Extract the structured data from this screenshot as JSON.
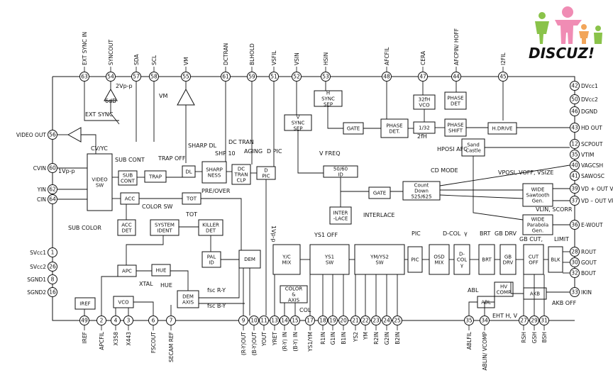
{
  "logo": {
    "text": "DISCUZ!"
  },
  "pins": [
    {
      "n": "63",
      "label": "EXT SYNC IN",
      "side": "top"
    },
    {
      "n": "54",
      "label": "SYNCOUT",
      "side": "top"
    },
    {
      "n": "57",
      "label": "SDA",
      "side": "top"
    },
    {
      "n": "58",
      "label": "SCL",
      "side": "top"
    },
    {
      "n": "55",
      "label": "VM",
      "side": "top"
    },
    {
      "n": "61",
      "label": "DCTRAN",
      "side": "top"
    },
    {
      "n": "59",
      "label": "BLHOLD",
      "side": "top"
    },
    {
      "n": "51",
      "label": "VSFIL",
      "side": "top"
    },
    {
      "n": "52",
      "label": "VSIN",
      "side": "top"
    },
    {
      "n": "53",
      "label": "HSIN",
      "side": "top"
    },
    {
      "n": "48",
      "label": "AFCFIL",
      "side": "top"
    },
    {
      "n": "47",
      "label": "CERA",
      "side": "top"
    },
    {
      "n": "44",
      "label": "AFCPIN/ HOFF",
      "side": "top"
    },
    {
      "n": "45",
      "label": "I2FIL",
      "side": "top"
    },
    {
      "n": "56",
      "label": "VIDEO OUT",
      "side": "left"
    },
    {
      "n": "60",
      "label": "CVIN",
      "side": "left"
    },
    {
      "n": "62",
      "label": "YIN",
      "side": "left"
    },
    {
      "n": "64",
      "label": "CIN",
      "side": "left"
    },
    {
      "n": "1",
      "label": "SVcc1",
      "side": "left"
    },
    {
      "n": "26",
      "label": "SVcc2",
      "side": "left"
    },
    {
      "n": "8",
      "label": "SGND1",
      "side": "left"
    },
    {
      "n": "16",
      "label": "SGND2",
      "side": "left"
    },
    {
      "n": "42",
      "label": "DVcc1",
      "side": "right"
    },
    {
      "n": "50",
      "label": "DVcc2",
      "side": "right"
    },
    {
      "n": "46",
      "label": "DGND",
      "side": "right"
    },
    {
      "n": "43",
      "label": "HD OUT",
      "side": "right"
    },
    {
      "n": "12",
      "label": "SCPOUT",
      "side": "right"
    },
    {
      "n": "35",
      "label": "VTIM",
      "side": "right"
    },
    {
      "n": "40",
      "label": "VAGCSH",
      "side": "right"
    },
    {
      "n": "41",
      "label": "SAWOSC",
      "side": "right"
    },
    {
      "n": "39",
      "label": "VD + OUT VPROT",
      "side": "right"
    },
    {
      "n": "37",
      "label": "VD – OUT VPROT",
      "side": "right"
    },
    {
      "n": "36",
      "label": "E-WOUT",
      "side": "right"
    },
    {
      "n": "28",
      "label": "ROUT",
      "side": "right"
    },
    {
      "n": "30",
      "label": "GOUT",
      "side": "right"
    },
    {
      "n": "32",
      "label": "BOUT",
      "side": "right"
    },
    {
      "n": "33",
      "label": "IKIN",
      "side": "right"
    },
    {
      "n": "49",
      "label": "IREF",
      "side": "bottom"
    },
    {
      "n": "2",
      "label": "APCFIL",
      "side": "bottom"
    },
    {
      "n": "4",
      "label": "X358",
      "side": "bottom"
    },
    {
      "n": "3",
      "label": "X443",
      "side": "bottom"
    },
    {
      "n": "6",
      "label": "FSCOUT",
      "side": "bottom"
    },
    {
      "n": "7",
      "label": "SECAM REF",
      "side": "bottom"
    },
    {
      "n": "9",
      "label": "(R-Y)OUT",
      "side": "bottom"
    },
    {
      "n": "10",
      "label": "(B-Y)OUT",
      "side": "bottom"
    },
    {
      "n": "11",
      "label": "YOUT",
      "side": "bottom"
    },
    {
      "n": "13",
      "label": "YRET",
      "side": "bottom"
    },
    {
      "n": "14",
      "label": "(R-Y) IN",
      "side": "bottom"
    },
    {
      "n": "15",
      "label": "(B-Y) IN",
      "side": "bottom"
    },
    {
      "n": "17",
      "label": "YS1/YM",
      "side": "bottom"
    },
    {
      "n": "18",
      "label": "R1IN",
      "side": "bottom"
    },
    {
      "n": "19",
      "label": "G1IN",
      "side": "bottom"
    },
    {
      "n": "20",
      "label": "B1IN",
      "side": "bottom"
    },
    {
      "n": "21",
      "label": "YS2",
      "side": "bottom"
    },
    {
      "n": "22",
      "label": "YM",
      "side": "bottom"
    },
    {
      "n": "23",
      "label": "R2IN",
      "side": "bottom"
    },
    {
      "n": "24",
      "label": "G2IN",
      "side": "bottom"
    },
    {
      "n": "25",
      "label": "B2IN",
      "side": "bottom"
    },
    {
      "n": "35b",
      "display": "35",
      "label": "ABLFIL",
      "side": "bottom"
    },
    {
      "n": "34",
      "label": "ABLIN/ VCOMP",
      "side": "bottom"
    },
    {
      "n": "27",
      "label": "RSH",
      "side": "bottom"
    },
    {
      "n": "29",
      "label": "GSH",
      "side": "bottom"
    },
    {
      "n": "31",
      "label": "BSH",
      "side": "bottom"
    }
  ],
  "blocks": {
    "video_sw": "VIDEO SW",
    "sub_cont": "SUB CONT",
    "trap": "TRAP",
    "dl": "DL",
    "sharpness": "SHARP NESS",
    "dc_tran": "DC TRAN CLP",
    "d_pic": "D PIC",
    "acc": "ACC",
    "tot": "TOT",
    "acc_det": "ACC DET",
    "system_ident": "SYSTEM IDENT",
    "killer_det": "KILLER DET",
    "pal_id": "PAL ID",
    "dem": "DEM",
    "apc": "APC",
    "hue": "HUE",
    "vco": "VCO",
    "dem_axis": "DEM AXIS",
    "iref": "IREF",
    "h_sync_sep": "H SYNC SEP",
    "v_sync_sep": "V SYNC SEP",
    "gate1": "GATE",
    "phase_det": "PHASE DET.",
    "vco_32": "32fH VCO",
    "div_32": "1/32",
    "phase_det2": "PHASE DET",
    "phase_shift": "PHASE SHIFT",
    "h_drive": "H.DRIVE",
    "sand_castle": "Sand Castle",
    "ntsc_50_60": "50/60 ID",
    "gate2": "GATE",
    "count_down": "Count Down 525/625",
    "interlace": "INTER -LACE",
    "wide_saw": "WIDE Sawtooth Gen.",
    "wide_para": "WIDE Parabola Gen.",
    "yc_mix": "Y/C MIX",
    "ys1_sw": "YS1 SW",
    "ym_ys2_sw": "YM/YS2 SW",
    "pic": "PIC",
    "osd_mix": "OSD MIX",
    "d_col": "D- COL γ",
    "brt": "BRT",
    "gb_drv": "GB DRV",
    "cut_off": "CUT OFF",
    "blk": "BLK",
    "color_axis": "COLOR & AXIS",
    "hv_comp": "HV COMP",
    "abl": "ABL",
    "akb": "AKB"
  },
  "labels": {
    "cv_yc": "CV/YC",
    "ext_sync": "EXT SYNC",
    "sixdb": "6dB",
    "two_vpp": "2Vp-p",
    "one_vpp": "1Vp-p",
    "vm": "VM",
    "sub_cont": "SUB CONT",
    "trap_off": "TRAP OFF",
    "sharp_dl": "SHARP DL",
    "shp10": "SHP 10",
    "dc_tran": "DC TRAN",
    "aging": "AGING",
    "d_pic": "D PIC",
    "pre_over": "PRE/OVER",
    "color_sw": "COLOR SW",
    "tot": "TOT",
    "sub_color": "SUB COLOR",
    "hue": "HUE",
    "xtal": "XTAL",
    "fsc_ry": "fsc R-Y",
    "fsc_by": "fsc B-Y",
    "one_vpp_rot": "1Vp-p",
    "v_freq": "V FREQ",
    "cd_mode": "CD MODE",
    "interlace": "INTERLACE",
    "two_fh": "2fH",
    "hposi_afc": "HPOSI AFC",
    "vposi": "VPOSI, VOFF, VSIZE",
    "vlin": "VLIN, SCORR",
    "gb_cut": "GB CUT,",
    "ys1_off": "YS1 OFF",
    "pic": "PIC",
    "d_col": "D-COL",
    "gamma": "γ",
    "brt": "BRT",
    "gb_drv": "GB DRV",
    "limit": "LIMIT",
    "col": "COL",
    "abl": "ABL",
    "eht": "EHT H, V",
    "akb_off": "AKB OFF"
  }
}
